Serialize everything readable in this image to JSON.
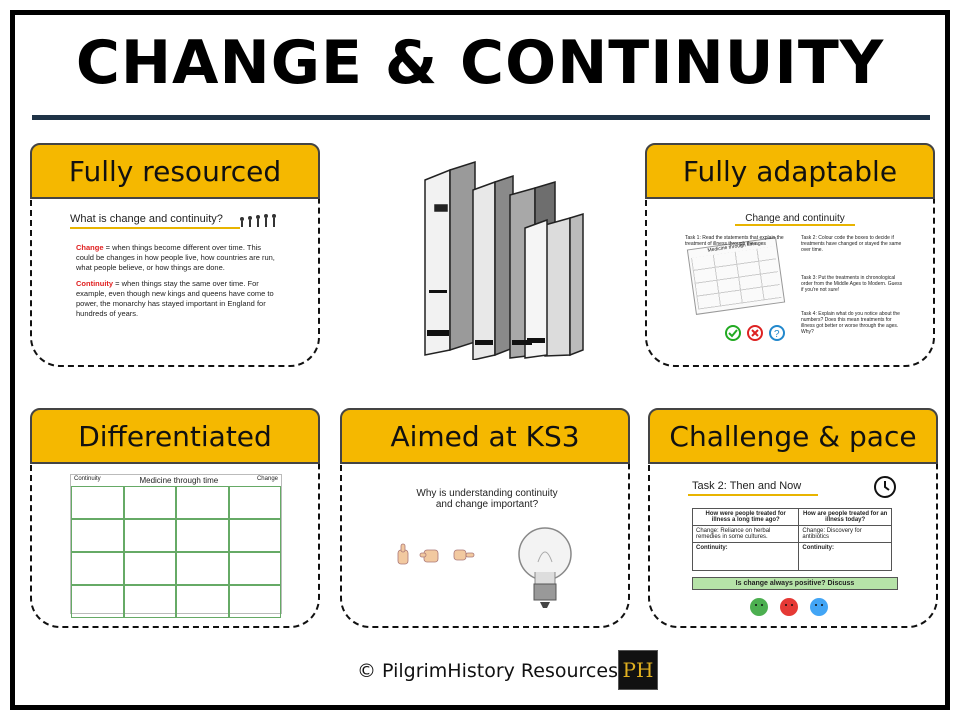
{
  "title": "CHANGE & CONTINUITY",
  "cards": {
    "fully_resourced": {
      "label": "Fully resourced",
      "slide_title": "What is change and continuity?",
      "change_word": "Change",
      "change_text": " = when things become different over time. This could be changes in how people live, how countries are run, what people believe, or how things are done.",
      "continuity_word": "Continuity",
      "continuity_text": " = when things stay the same over time. For example, even though new kings and queens have come to power, the monarchy has stayed important in England for hundreds of years."
    },
    "fully_adaptable": {
      "label": "Fully adaptable",
      "slide_title": "Change and continuity",
      "task1": "Task 1: Read the statements that explain the treatment of illness through the ages",
      "task2": "Task 2: Colour code the boxes to decide if treatments have changed or stayed the same over time.",
      "task3": "Task 3: Put the treatments in chronological order from the Middle Ages to Modern. Guess if you're not sure!",
      "task4": "Task 4: Explain what do you notice about the numbers? Does this mean treatments for illness got better or worse through the ages. Why?",
      "mini_title": "Medicine through time"
    },
    "differentiated": {
      "label": "Differentiated",
      "slide_title": "Medicine through time",
      "left_col": "Continuity",
      "right_col": "Change"
    },
    "aimed_ks3": {
      "label": "Aimed at KS3",
      "question": "Why is understanding continuity and change important?"
    },
    "challenge": {
      "label": "Challenge & pace",
      "slide_title": "Task 2: Then and Now",
      "q1": "How were people treated for illness a long time ago?",
      "q2": "How are people treated for an illness today?",
      "c1": "Change: Reliance on herbal remedies in some cultures.",
      "c2": "Change: Discovery for antibiotics",
      "cont1": "Continuity:",
      "cont2": "Continuity:",
      "banner": "Is change always positive? Discuss"
    }
  },
  "footer": "© PilgrimHistory Resources.",
  "logo": "PH",
  "colors": {
    "tab": "#f5b800",
    "rule": "#1f3347"
  }
}
